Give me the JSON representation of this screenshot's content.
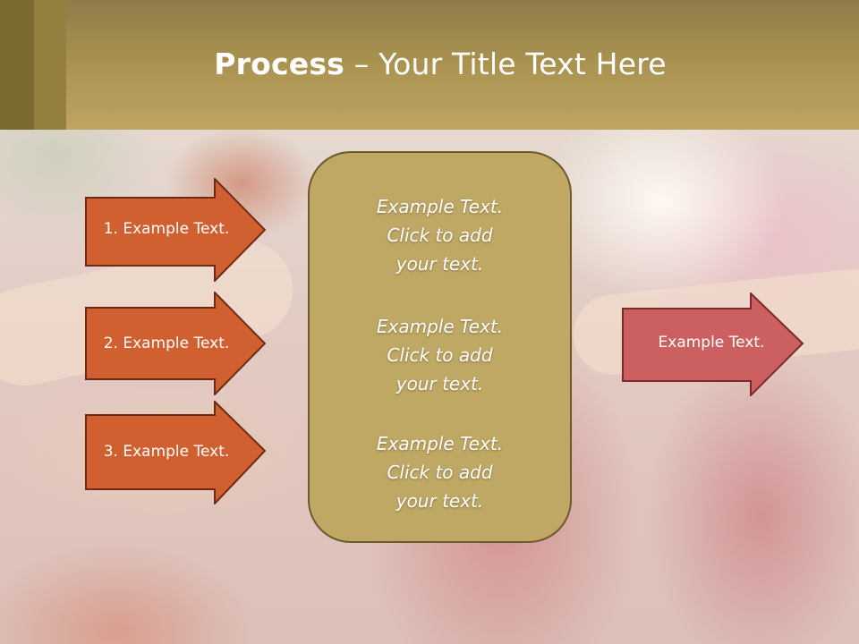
{
  "slide": {
    "title_bold": "Process",
    "title_rest": " – Your Title Text Here"
  },
  "left_arrows": [
    {
      "label": "1. Example Text."
    },
    {
      "label": "2. Example Text."
    },
    {
      "label": "3. Example Text."
    }
  ],
  "center_box": {
    "items": [
      {
        "line1": "Example Text.",
        "line2": "Click  to add",
        "line3": "your text."
      },
      {
        "line1": "Example Text.",
        "line2": "Click  to add",
        "line3": "your text."
      },
      {
        "line1": "Example Text.",
        "line2": "Click  to add",
        "line3": "your text."
      }
    ]
  },
  "right_arrow": {
    "label": "Example Text."
  },
  "colors": {
    "header": "#bfa462",
    "left_arrow_fill": "#d06030",
    "left_arrow_stroke": "#6e2a14",
    "center_box_fill": "#bfa764",
    "right_arrow_fill": "#cc6060",
    "right_arrow_stroke": "#7a2a28"
  }
}
